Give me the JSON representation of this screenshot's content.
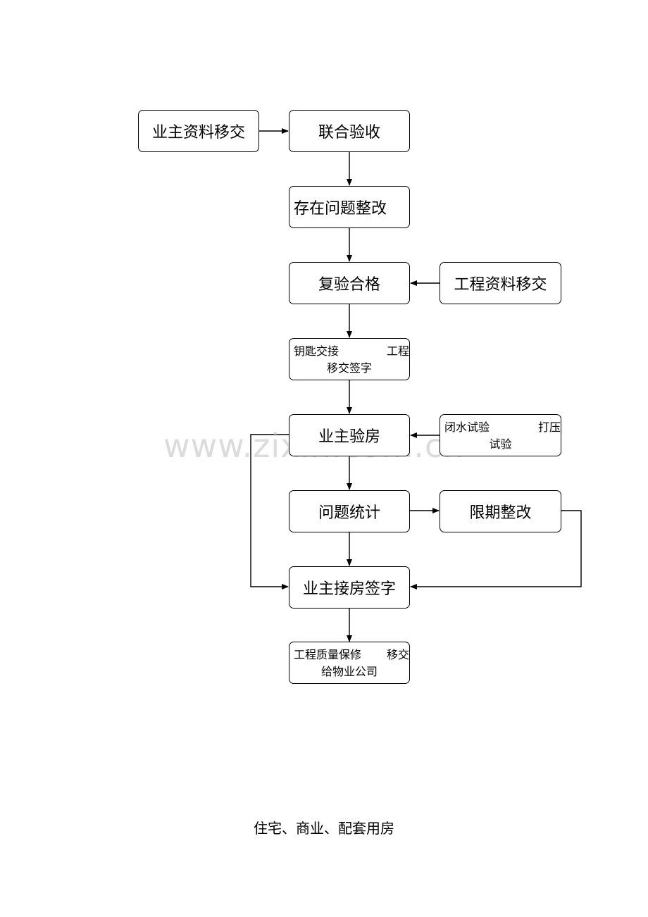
{
  "diagram": {
    "nodes": {
      "owner_docs": "业主资料移交",
      "joint_acceptance": "联合验收",
      "rectify_issues": "存在问题整改",
      "recheck_pass": "复验合格",
      "engineering_docs": "工程资料移交",
      "key_handover_a": "钥匙交接",
      "key_handover_b": "工程",
      "key_handover_c": "移交签字",
      "owner_inspection": "业主验房",
      "water_test_a": "闭水试验",
      "water_test_b": "打压",
      "water_test_c": "试验",
      "issue_stats": "问题统计",
      "deadline_rectify": "限期整改",
      "owner_sign": "业主接房签字",
      "warranty_a": "工程质量保修",
      "warranty_b": "移交",
      "warranty_c": "给物业公司"
    },
    "watermark": "www.zixin.com.cn",
    "caption": "住宅、商业、配套用房"
  }
}
